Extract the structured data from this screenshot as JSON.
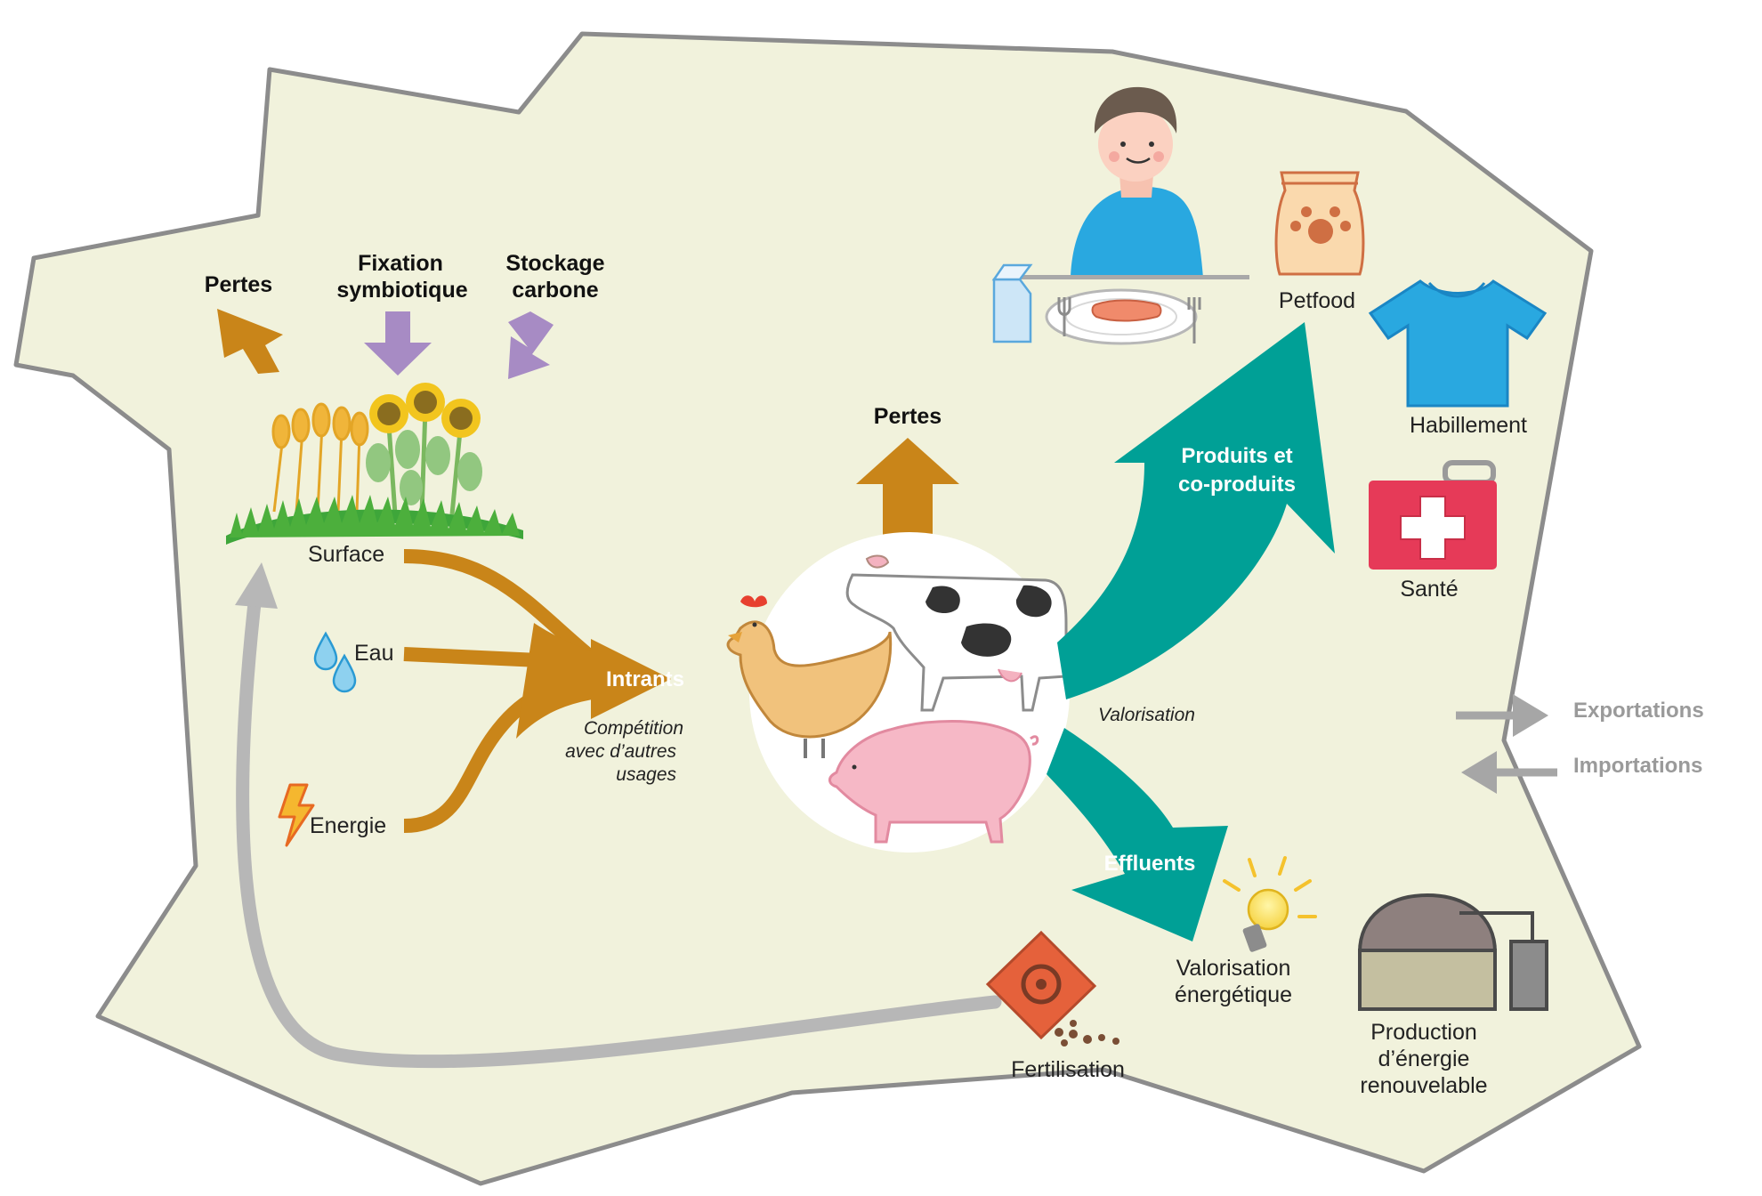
{
  "colors": {
    "background": "#f1f2dc",
    "border": "#8c8c8c",
    "input_arrow": "#c98519",
    "losses_arrow": "#c98519",
    "carbon_arrow": "#a78bc4",
    "output_arrow": "#00a096",
    "return_arrow": "#b7b7b7",
    "trade_arrow": "#a6a6a6"
  },
  "crop_zone": {
    "losses": "Pertes",
    "fixation_line1": "Fixation",
    "fixation_line2": "symbiotique",
    "storage_line1": "Stockage",
    "storage_line2": "carbone"
  },
  "inputs": {
    "surface": "Surface",
    "water": "Eau",
    "energy": "Energie",
    "intrants": "Intrants",
    "competition_line1": "Compétition",
    "competition_line2": "avec d’autres",
    "competition_line3": "usages"
  },
  "livestock": {
    "losses": "Pertes",
    "animals": [
      "hen-icon",
      "cow-icon",
      "pig-icon"
    ]
  },
  "outputs": {
    "products_line1": "Produits et",
    "products_line2": "co-produits",
    "valorisation": "Valorisation",
    "effluents": "Effluents"
  },
  "uses": {
    "petfood": "Petfood",
    "clothing": "Habillement",
    "health": "Santé",
    "energy_val_line1": "Valorisation",
    "energy_val_line2": "énergétique",
    "renewable_line1": "Production",
    "renewable_line2": "d’énergie",
    "renewable_line3": "renouvelable",
    "fertilisation": "Fertilisation"
  },
  "trade": {
    "exports": "Exportations",
    "imports": "Importations"
  }
}
